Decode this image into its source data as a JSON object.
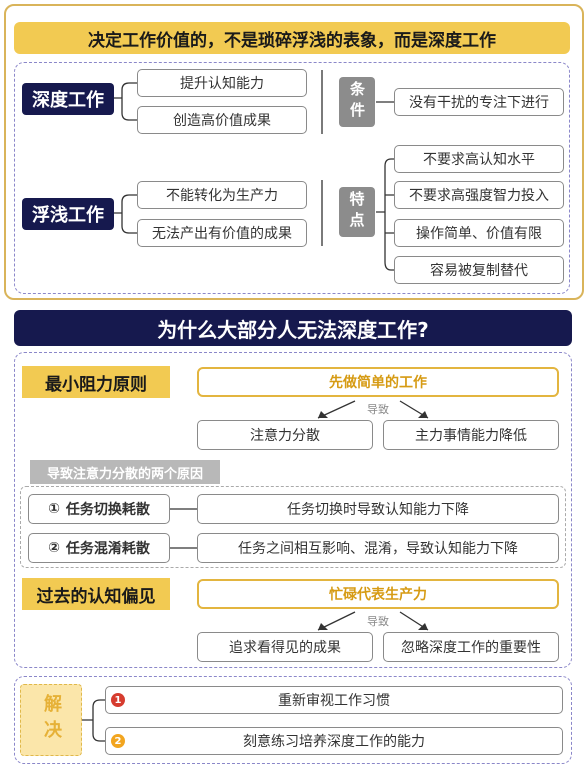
{
  "top": {
    "banner": "决定工作价值的，不是琐碎浮浅的表象，而是深度工作",
    "deep": {
      "label": "深度工作",
      "items": [
        "提升认知能力",
        "创造高价值成果"
      ],
      "condition_label": "条件",
      "condition": "没有干扰的专注下进行"
    },
    "shallow": {
      "label": "浮浅工作",
      "items": [
        "不能转化为生产力",
        "无法产出有价值的成果"
      ],
      "feature_label": "特点",
      "features": [
        "不要求高认知水平",
        "不要求高强度智力投入",
        "操作简单、价值有限",
        "容易被复制替代"
      ]
    }
  },
  "why": {
    "title": "为什么大部分人无法深度工作?",
    "least": {
      "label": "最小阻力原则",
      "cause": "先做简单的工作",
      "arrow_label": "导致",
      "results": [
        "注意力分散",
        "主力事情能力降低"
      ]
    },
    "reasons": {
      "header": "导致注意力分散的两个原因",
      "items": [
        {
          "num": "①",
          "name": "任务切换耗散",
          "desc": "任务切换时导致认知能力下降"
        },
        {
          "num": "②",
          "name": "任务混淆耗散",
          "desc": "任务之间相互影响、混淆，导致认知能力下降"
        }
      ]
    },
    "bias": {
      "label": "过去的认知偏见",
      "cause": "忙碌代表生产力",
      "arrow_label": "导致",
      "results": [
        "追求看得见的成果",
        "忽略深度工作的重要性"
      ]
    }
  },
  "solve": {
    "label": "解决",
    "items": [
      {
        "num": "1",
        "text": "重新审视工作习惯"
      },
      {
        "num": "2",
        "text": "刻意练习培养深度工作的能力"
      }
    ]
  },
  "colors": {
    "navy": "#16194e",
    "gold": "#f2ca52",
    "gold_text": "#d69b14",
    "red_badge": "#d63c2f",
    "orange_badge": "#f2a51f",
    "dash": "#8b87c9"
  }
}
